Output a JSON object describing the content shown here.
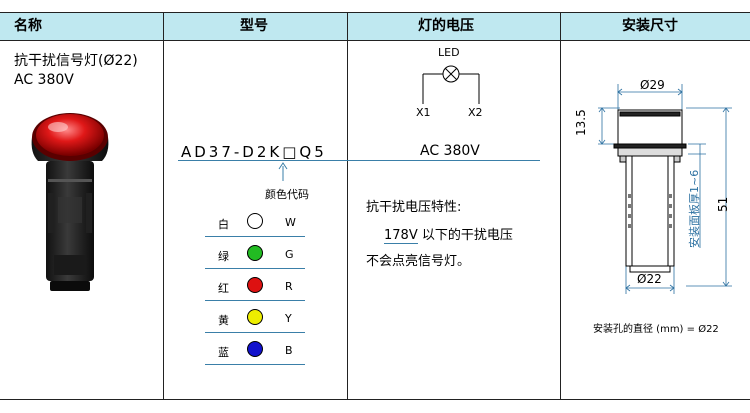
{
  "headers": {
    "name": "名称",
    "model": "型号",
    "voltage": "灯的电压",
    "install_size": "安装尺寸"
  },
  "product": {
    "name_line1": "抗干扰信号灯(Ø22)",
    "name_line2": "AC 380V"
  },
  "model": {
    "code": "AD37-D2K□Q5",
    "color_code_label": "颜色代码",
    "colors": [
      {
        "name": "白",
        "code": "W",
        "hex": "#ffffff"
      },
      {
        "name": "绿",
        "code": "G",
        "hex": "#22bb22"
      },
      {
        "name": "红",
        "code": "R",
        "hex": "#dd1111"
      },
      {
        "name": "黄",
        "code": "Y",
        "hex": "#eeee00"
      },
      {
        "name": "蓝",
        "code": "B",
        "hex": "#1111cc"
      }
    ]
  },
  "voltage": {
    "led_label": "LED",
    "x1_label": "X1",
    "x2_label": "X2",
    "value": "AC 380V",
    "feature_title": "抗干扰电压特性:",
    "feature_value": "178V",
    "feature_line1_rest": " 以下的干扰电压",
    "feature_line2": "不会点亮信号灯。"
  },
  "dimensions": {
    "top_diameter": "Ø29",
    "bottom_diameter": "Ø22",
    "head_height": "13.5",
    "panel_thickness": "安装面板厚1~6",
    "total_height": "51",
    "hole_note": "安装孔的直径 (mm) = Ø22"
  },
  "colors": {
    "header_bg": "#bfe8f0",
    "dim_blue": "#2a6fa0"
  }
}
